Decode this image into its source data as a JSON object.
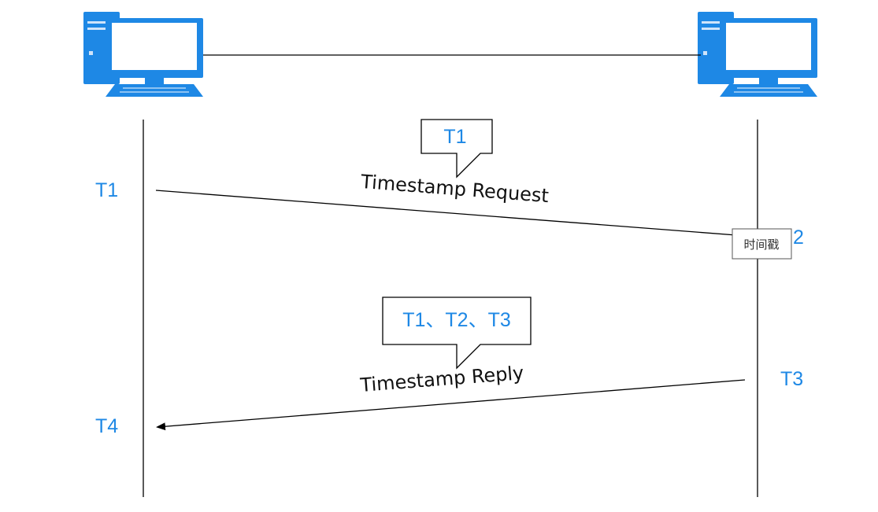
{
  "colors": {
    "accent": "#1e88e5",
    "line": "#000000",
    "computer": "#1e88e5"
  },
  "icons": {
    "left_host": "computer-icon",
    "right_host": "computer-icon"
  },
  "left_host": {
    "t1": "T1",
    "t4": "T4"
  },
  "right_host": {
    "t2": "2",
    "t3": "T3"
  },
  "request": {
    "label": "Timestamp Request",
    "callout": "T1"
  },
  "reply": {
    "label": "Timestamp Reply",
    "callout": "T1、T2、T3"
  },
  "timestamp_tag": "时间戳"
}
